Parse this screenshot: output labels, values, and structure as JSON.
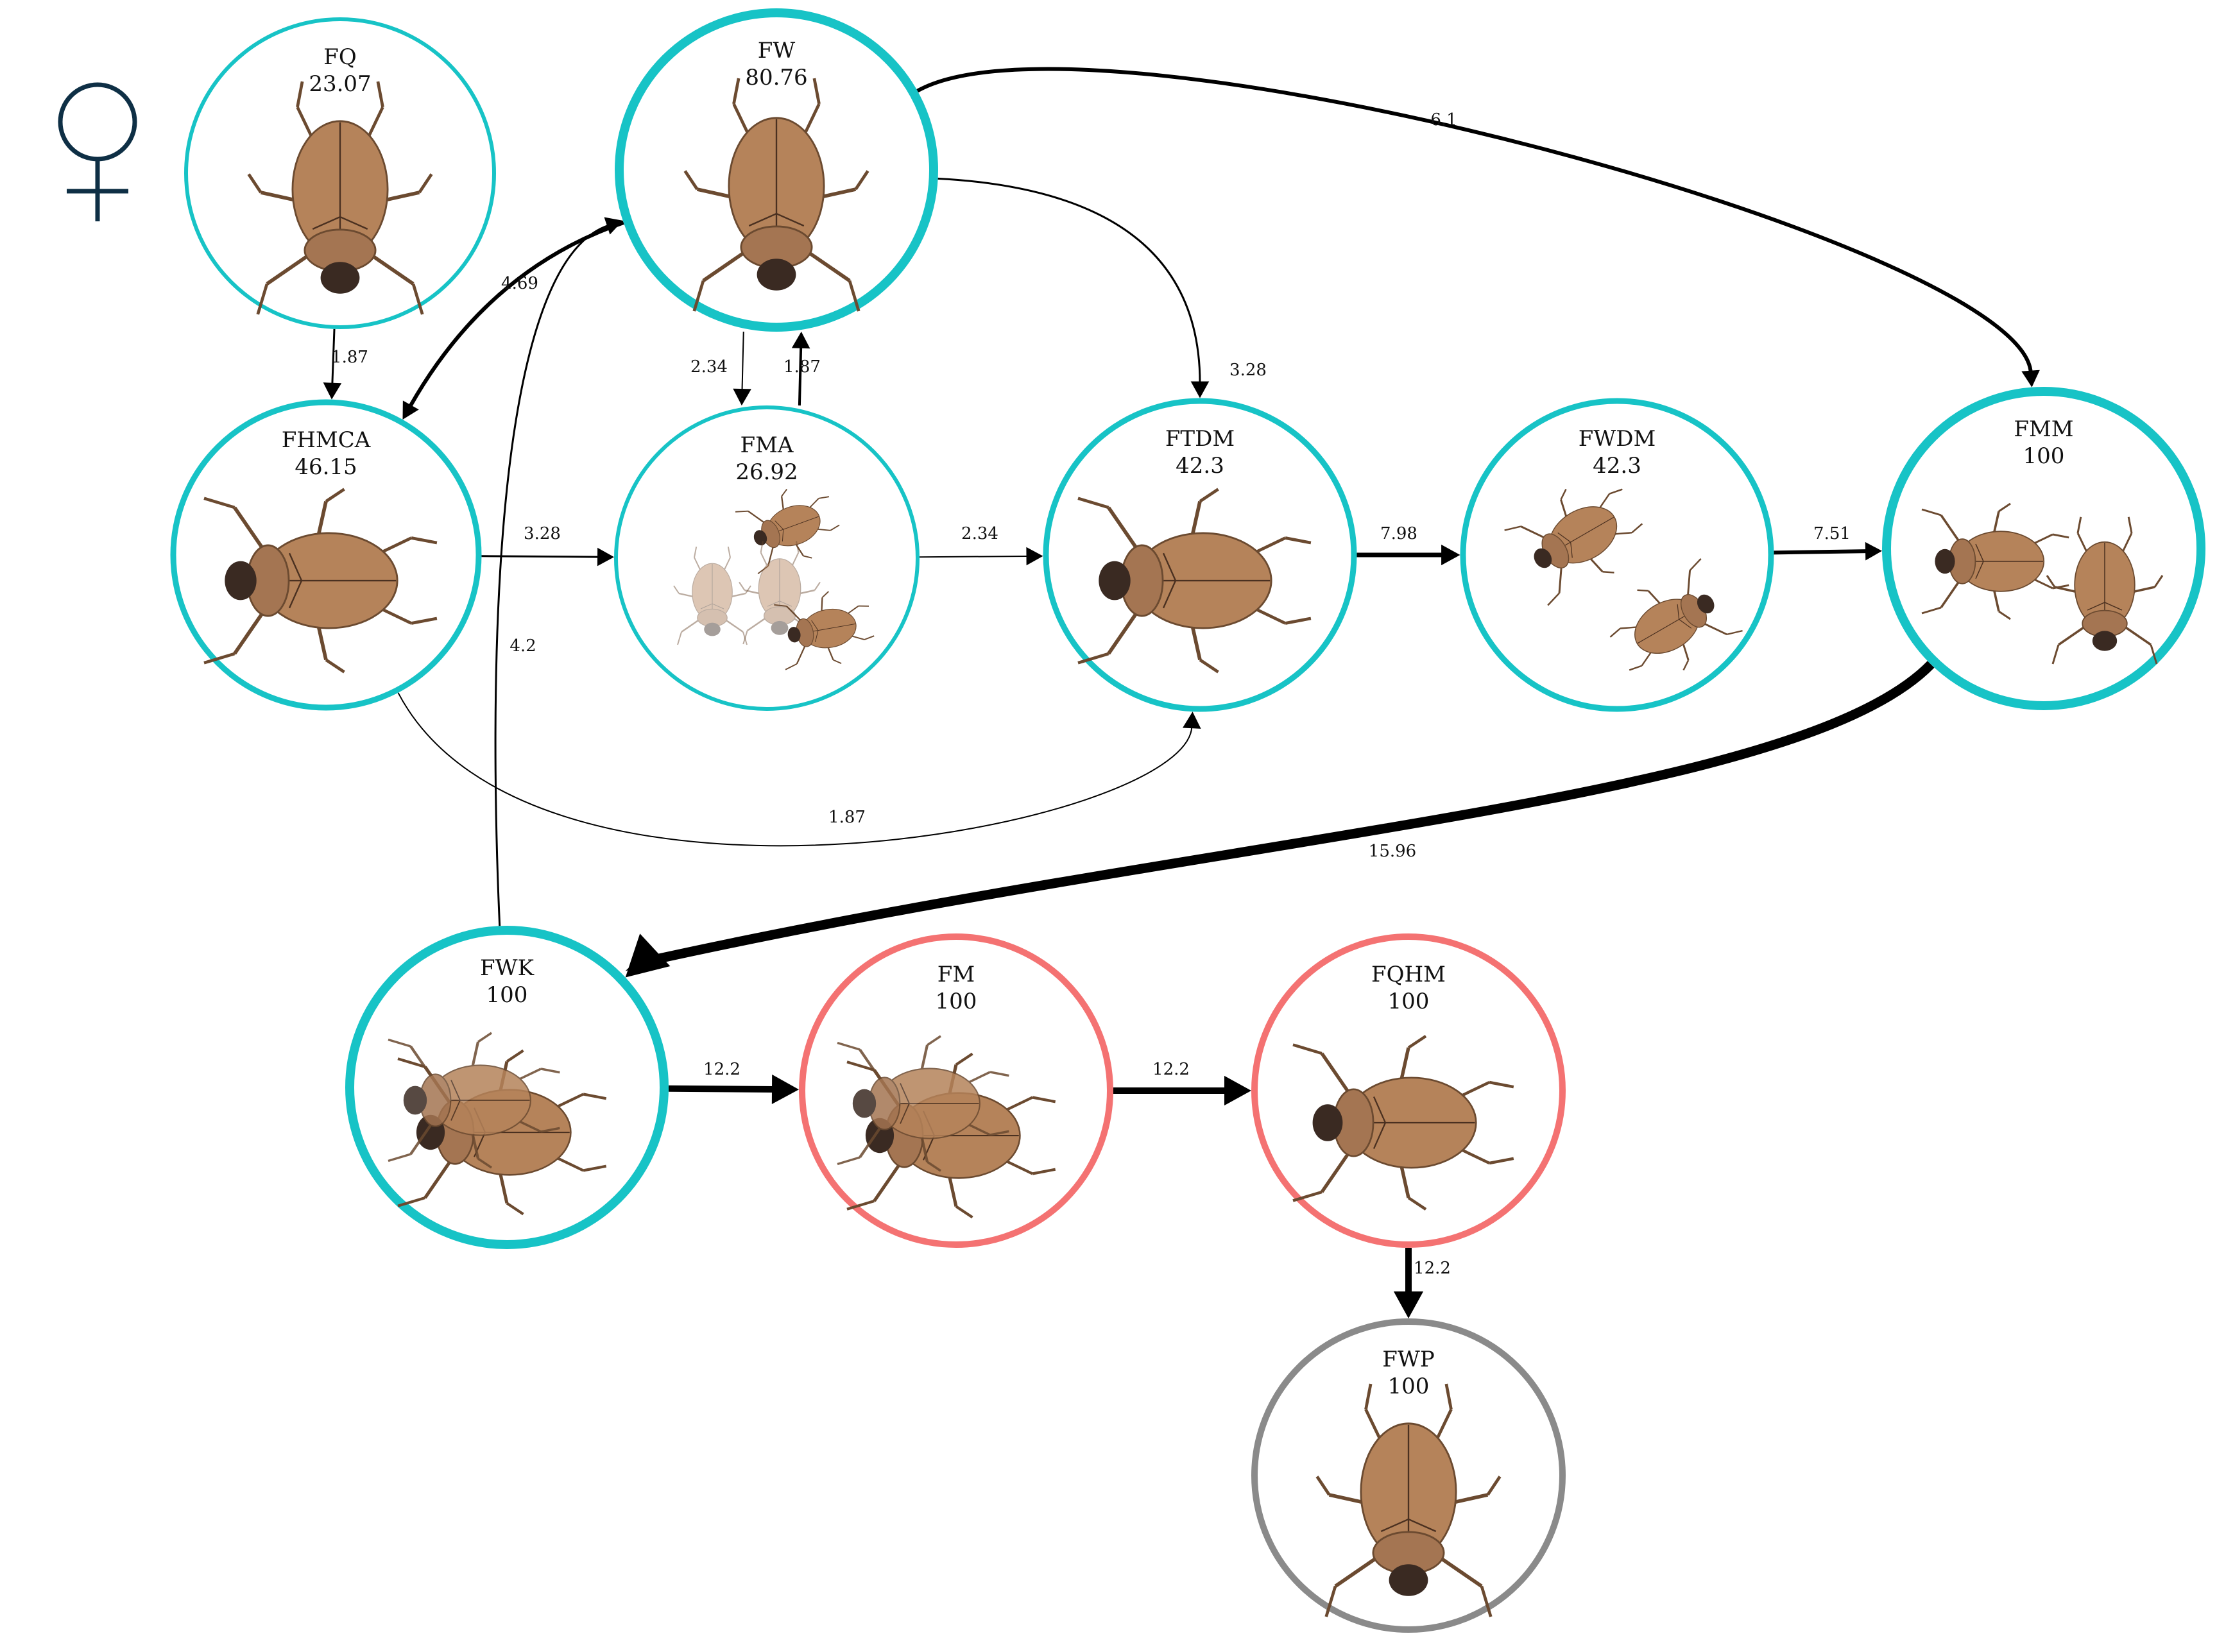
{
  "colors": {
    "female_behaviour": "#17c3c6",
    "mating": "#f47272",
    "post_mating": "#8a8a8a",
    "arrow": "#000000",
    "beetle_body": "#b5835a",
    "beetle_head": "#3a2a22"
  },
  "icons": {
    "female_symbol": "venus-icon",
    "beetle": "beetle-icon"
  },
  "nodes": [
    {
      "id": "FQ",
      "label": "FQ",
      "value": "23.07",
      "kind": "female_behaviour",
      "pose": "top"
    },
    {
      "id": "FW",
      "label": "FW",
      "value": "80.76",
      "kind": "female_behaviour",
      "pose": "top"
    },
    {
      "id": "FHMCA",
      "label": "FHMCA",
      "value": "46.15",
      "kind": "female_behaviour",
      "pose": "side-right"
    },
    {
      "id": "FMA",
      "label": "FMA",
      "value": "26.92",
      "kind": "female_behaviour",
      "pose": "group"
    },
    {
      "id": "FTDM",
      "label": "FTDM",
      "value": "42.3",
      "kind": "female_behaviour",
      "pose": "side-right"
    },
    {
      "id": "FWDM",
      "label": "FWDM",
      "value": "42.3",
      "kind": "female_behaviour",
      "pose": "pair-walk"
    },
    {
      "id": "FMM",
      "label": "FMM",
      "value": "100",
      "kind": "female_behaviour",
      "pose": "pair-meet"
    },
    {
      "id": "FWK",
      "label": "FWK",
      "value": "100",
      "kind": "female_behaviour",
      "pose": "mount"
    },
    {
      "id": "FM",
      "label": "FM",
      "value": "100",
      "kind": "mating",
      "pose": "mount"
    },
    {
      "id": "FQHM",
      "label": "FQHM",
      "value": "100",
      "kind": "mating",
      "pose": "top-down"
    },
    {
      "id": "FWP",
      "label": "FWP",
      "value": "100",
      "kind": "post_mating",
      "pose": "top"
    }
  ],
  "edges": [
    {
      "from": "FQ",
      "to": "FHMCA",
      "label": "1.87",
      "weight": 1.87
    },
    {
      "from": "FW",
      "to": "FHMCA",
      "label": "4.69",
      "weight": 4.69
    },
    {
      "from": "FW",
      "to": "FMA",
      "label": "2.34",
      "weight": 2.34
    },
    {
      "from": "FMA",
      "to": "FW",
      "label": "1.87",
      "weight": 1.87
    },
    {
      "from": "FW",
      "to": "FTDM",
      "label": "3.28",
      "weight": 3.28
    },
    {
      "from": "FW",
      "to": "FMM",
      "label": "6.1",
      "weight": 6.1
    },
    {
      "from": "FHMCA",
      "to": "FMA",
      "label": "3.28",
      "weight": 3.28
    },
    {
      "from": "FMA",
      "to": "FTDM",
      "label": "2.34",
      "weight": 2.34
    },
    {
      "from": "FHMCA",
      "to": "FTDM",
      "label": "1.87",
      "weight": 1.87
    },
    {
      "from": "FTDM",
      "to": "FWDM",
      "label": "7.98",
      "weight": 7.98
    },
    {
      "from": "FWDM",
      "to": "FMM",
      "label": "7.51",
      "weight": 7.51
    },
    {
      "from": "FMM",
      "to": "FWK",
      "label": "15.96",
      "weight": 15.96
    },
    {
      "from": "FWK",
      "to": "FW",
      "label": "4.2",
      "weight": 4.2
    },
    {
      "from": "FWK",
      "to": "FM",
      "label": "12.2",
      "weight": 12.2
    },
    {
      "from": "FM",
      "to": "FQHM",
      "label": "12.2",
      "weight": 12.2
    },
    {
      "from": "FQHM",
      "to": "FWP",
      "label": "12.2",
      "weight": 12.2
    }
  ]
}
